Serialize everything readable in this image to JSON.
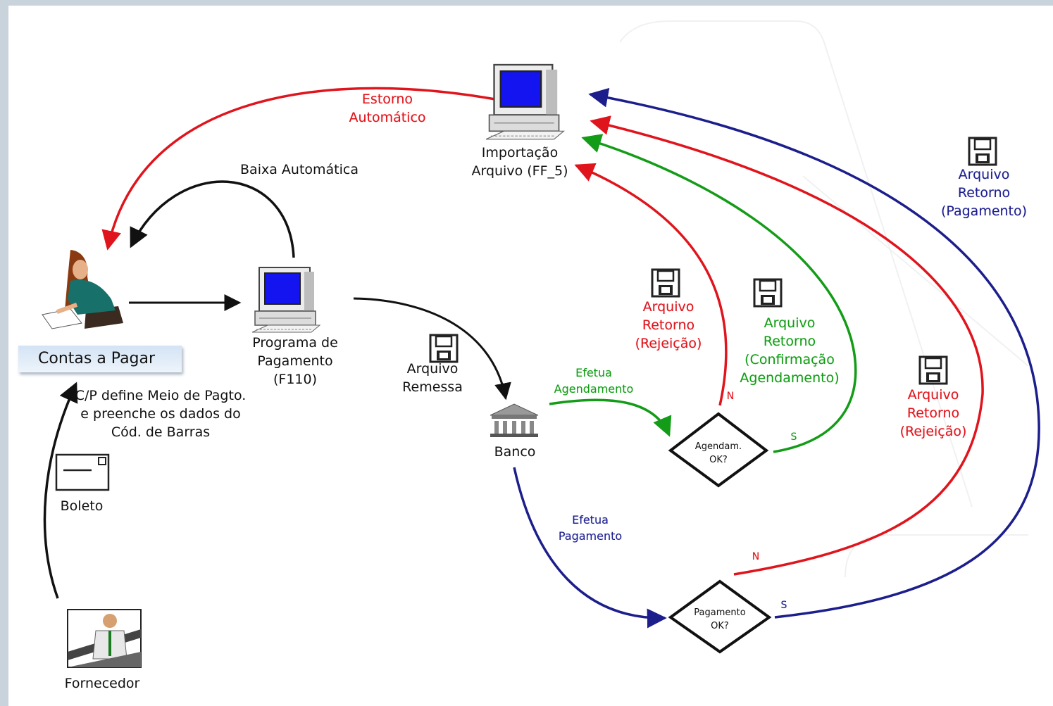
{
  "nodes": {
    "contas_pagar": "Contas a Pagar",
    "cp_note": "C/P define Meio de Pagto.\ne preenche os dados do\nCód. de Barras",
    "boleto": "Boleto",
    "fornecedor": "Fornecedor",
    "programa": "Programa de\nPagamento\n(F110)",
    "importacao": "Importação\nArquivo (FF_5)",
    "banco": "Banco",
    "agendam_ok": "Agendam.\nOK?",
    "pagamento_ok": "Pagamento\nOK?"
  },
  "edges": {
    "estorno": "Estorno\nAutomático",
    "baixa": "Baixa Automática",
    "arquivo_remessa": "Arquivo\nRemessa",
    "efetua_agendamento": "Efetua\nAgendamento",
    "efetua_pagamento": "Efetua\nPagamento",
    "retorno_rejeicao_1": "Arquivo\nRetorno\n(Rejeição)",
    "retorno_confirmacao": "Arquivo\nRetorno\n(Confirmação\nAgendamento)",
    "retorno_rejeicao_2": "Arquivo\nRetorno\n(Rejeição)",
    "retorno_pagamento": "Arquivo\nRetorno\n(Pagamento)",
    "n_agendam": "N",
    "s_agendam": "S",
    "n_pagamento": "N",
    "s_pagamento": "S"
  },
  "colors": {
    "red": "#e0141c",
    "green": "#139c17",
    "blue": "#1c1e8c",
    "black": "#111111"
  },
  "icons": [
    "computer-icon",
    "floppy-disk-icon",
    "bank-icon",
    "envelope-icon",
    "accountant-person-icon",
    "supplier-person-icon"
  ]
}
